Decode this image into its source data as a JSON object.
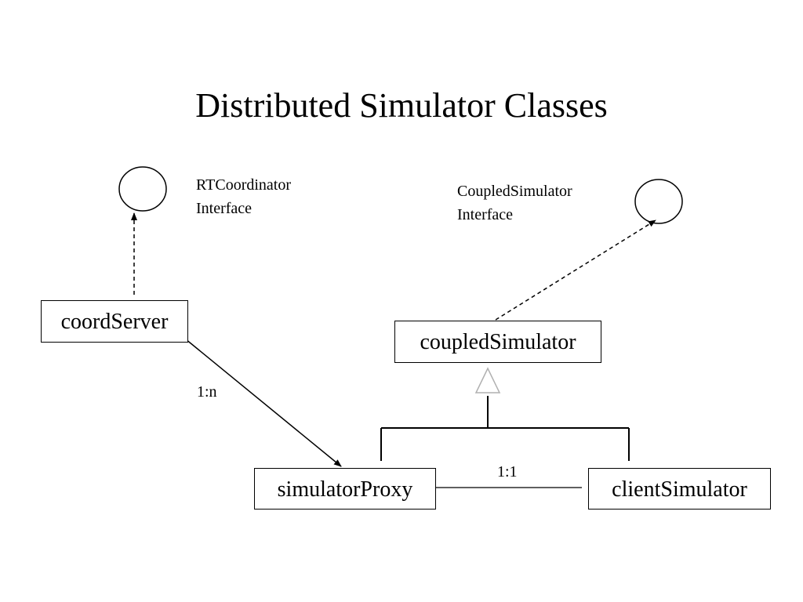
{
  "title": "Distributed Simulator Classes",
  "classes": {
    "coord_server": "coordServer",
    "coupled_simulator": "coupledSimulator",
    "simulator_proxy": "simulatorProxy",
    "client_simulator": "clientSimulator"
  },
  "interfaces": {
    "rt_coordinator": {
      "line1": "RTCoordinator",
      "line2": "Interface"
    },
    "coupled_simulator": {
      "line1": "CoupledSimulator",
      "line2": "Interface"
    }
  },
  "multiplicities": {
    "coord_to_proxy": "1:n",
    "proxy_to_client": "1:1"
  }
}
